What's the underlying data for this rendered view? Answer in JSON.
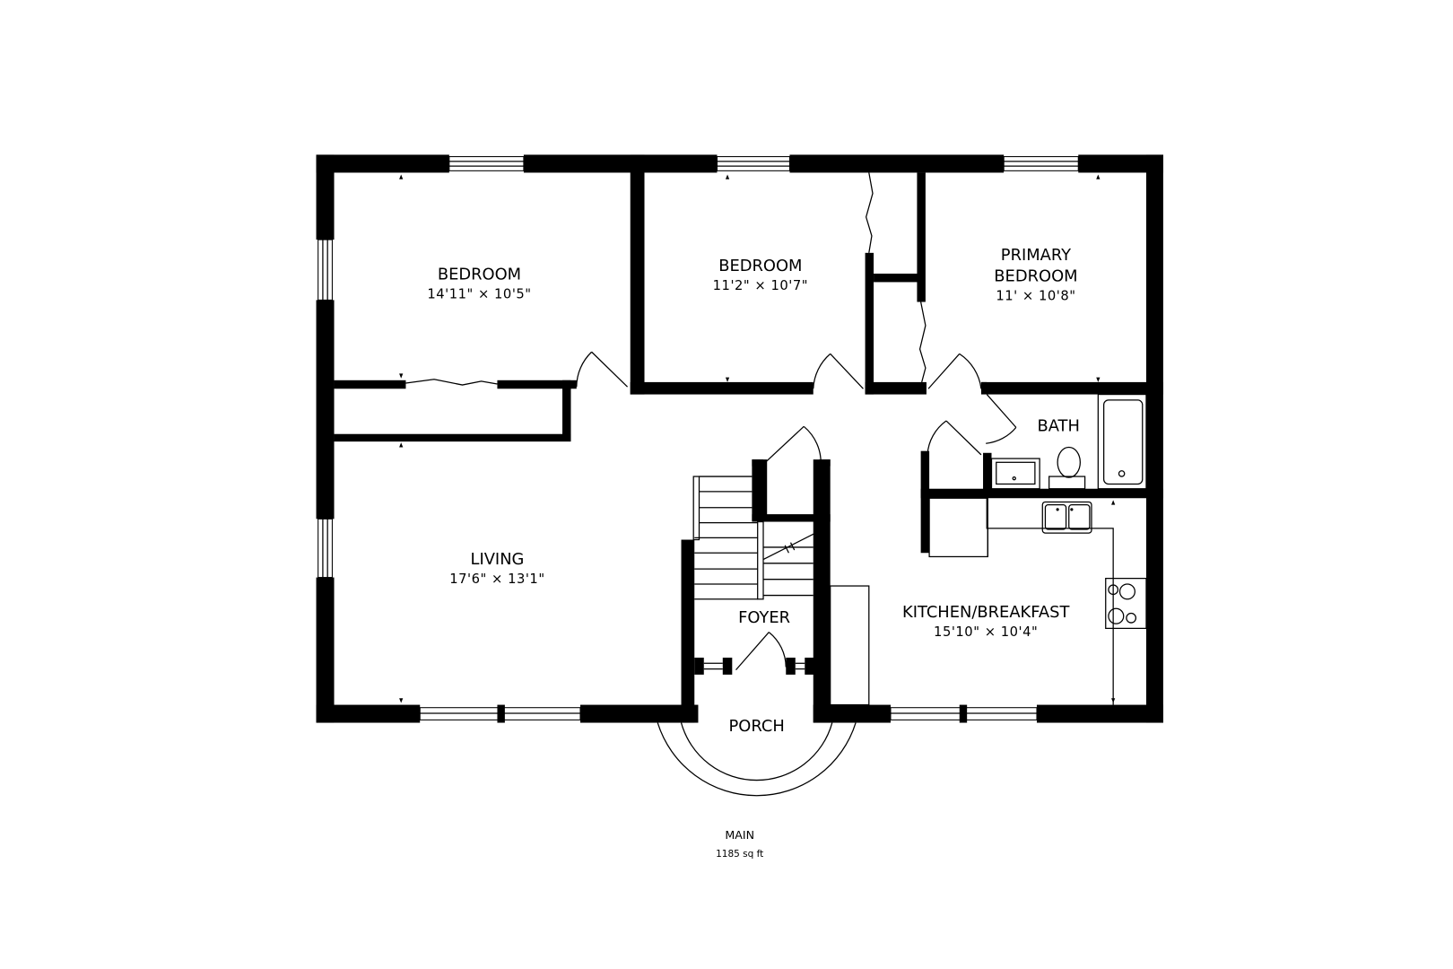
{
  "floor_plan": {
    "level": "MAIN",
    "total_area": "1185 sq ft",
    "rooms": [
      {
        "id": "bedroom-1",
        "name": "BEDROOM",
        "dimensions": "14'11\" × 10'5\""
      },
      {
        "id": "bedroom-2",
        "name": "BEDROOM",
        "dimensions": "11'2\" × 10'7\""
      },
      {
        "id": "primary-bedroom",
        "name_line1": "PRIMARY",
        "name_line2": "BEDROOM",
        "dimensions": "11' × 10'8\""
      },
      {
        "id": "bath",
        "name": "BATH"
      },
      {
        "id": "living",
        "name": "LIVING",
        "dimensions": "17'6\" × 13'1\""
      },
      {
        "id": "foyer",
        "name": "FOYER"
      },
      {
        "id": "kitchen",
        "name": "KITCHEN/BREAKFAST",
        "dimensions": "15'10\" × 10'4\""
      },
      {
        "id": "porch",
        "name": "PORCH"
      }
    ],
    "colors": {
      "wall": "#000000",
      "background": "#ffffff"
    }
  }
}
